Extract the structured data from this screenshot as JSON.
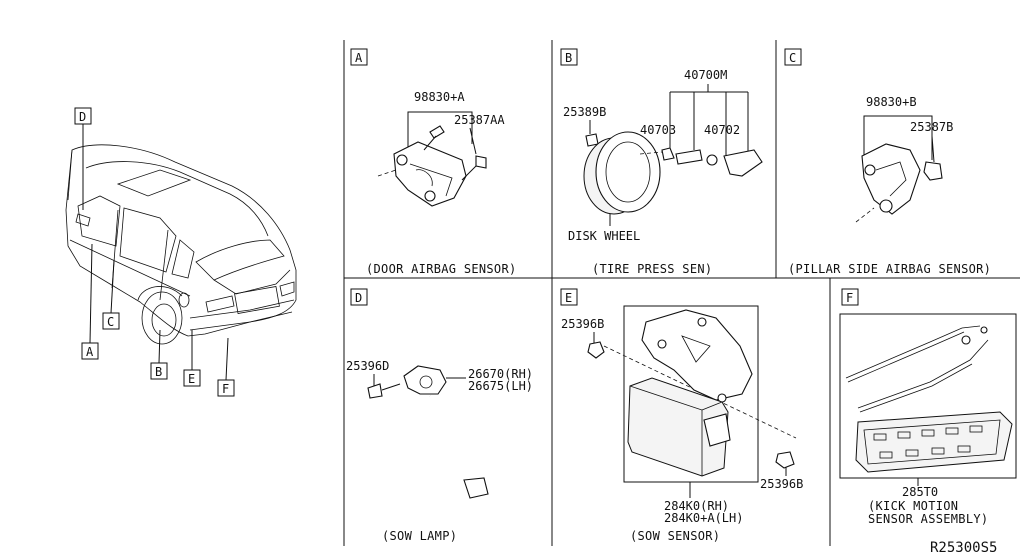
{
  "callouts": {
    "vehicle": [
      "D",
      "C",
      "A",
      "B",
      "E",
      "F"
    ]
  },
  "panels": {
    "A": {
      "letter": "A",
      "parts": [
        "98830+A",
        "25387AA"
      ],
      "caption": "(DOOR AIRBAG SENSOR)"
    },
    "B": {
      "letter": "B",
      "parts": [
        "40700M",
        "25389B",
        "40703",
        "40702"
      ],
      "extra_label": "DISK WHEEL",
      "caption": "(TIRE PRESS SEN)"
    },
    "C": {
      "letter": "C",
      "parts": [
        "98830+B",
        "25387B"
      ],
      "caption": "(PILLAR SIDE AIRBAG SENSOR)"
    },
    "D": {
      "letter": "D",
      "parts": [
        "25396D",
        "26670(RH)",
        "26675(LH)"
      ],
      "caption": "(SOW LAMP)"
    },
    "E": {
      "letter": "E",
      "parts": [
        "25396B",
        "25396B",
        "284K0(RH)",
        "284K0+A(LH)"
      ],
      "caption": "(SOW SENSOR)"
    },
    "F": {
      "letter": "F",
      "parts": [
        "285T0"
      ],
      "caption_lines": [
        "(KICK MOTION",
        "SENSOR ASSEMBLY)"
      ]
    }
  },
  "diagram_code": "R25300S5"
}
